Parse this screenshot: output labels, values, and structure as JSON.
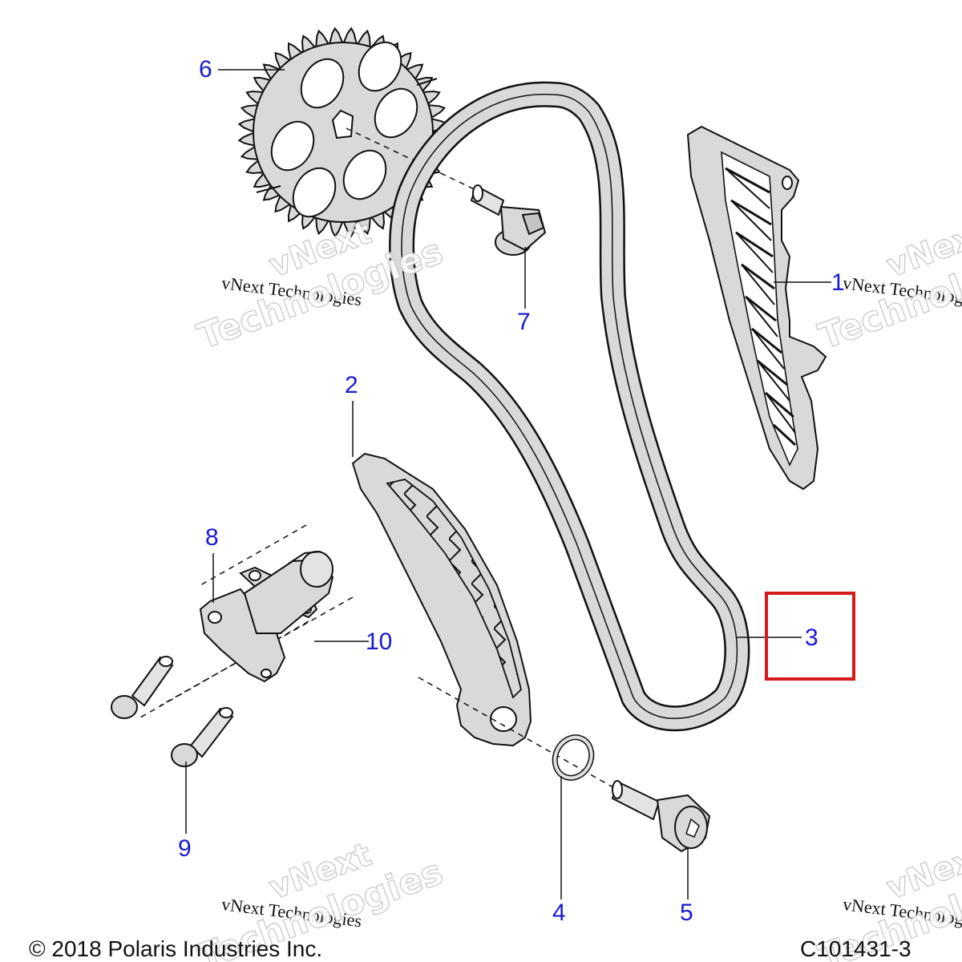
{
  "callouts": {
    "c1": "1",
    "c2": "2",
    "c3": "3",
    "c4": "4",
    "c5": "5",
    "c6": "6",
    "c7": "7",
    "c8": "8",
    "c9": "9",
    "c10": "10"
  },
  "highlighted_callout": "3",
  "watermark": {
    "brand_line": "vNext Technologies",
    "brand_small": "vNext",
    "brand_big": "Technologies"
  },
  "footer": {
    "copyright": "© 2018 Polaris Industries Inc.",
    "diagram_code": "C101431-3"
  },
  "colors": {
    "part_fill": "#d9d9d9",
    "outline": "#111111",
    "callout_text": "#1a1ad0",
    "highlight_box": "#d61a1a"
  }
}
